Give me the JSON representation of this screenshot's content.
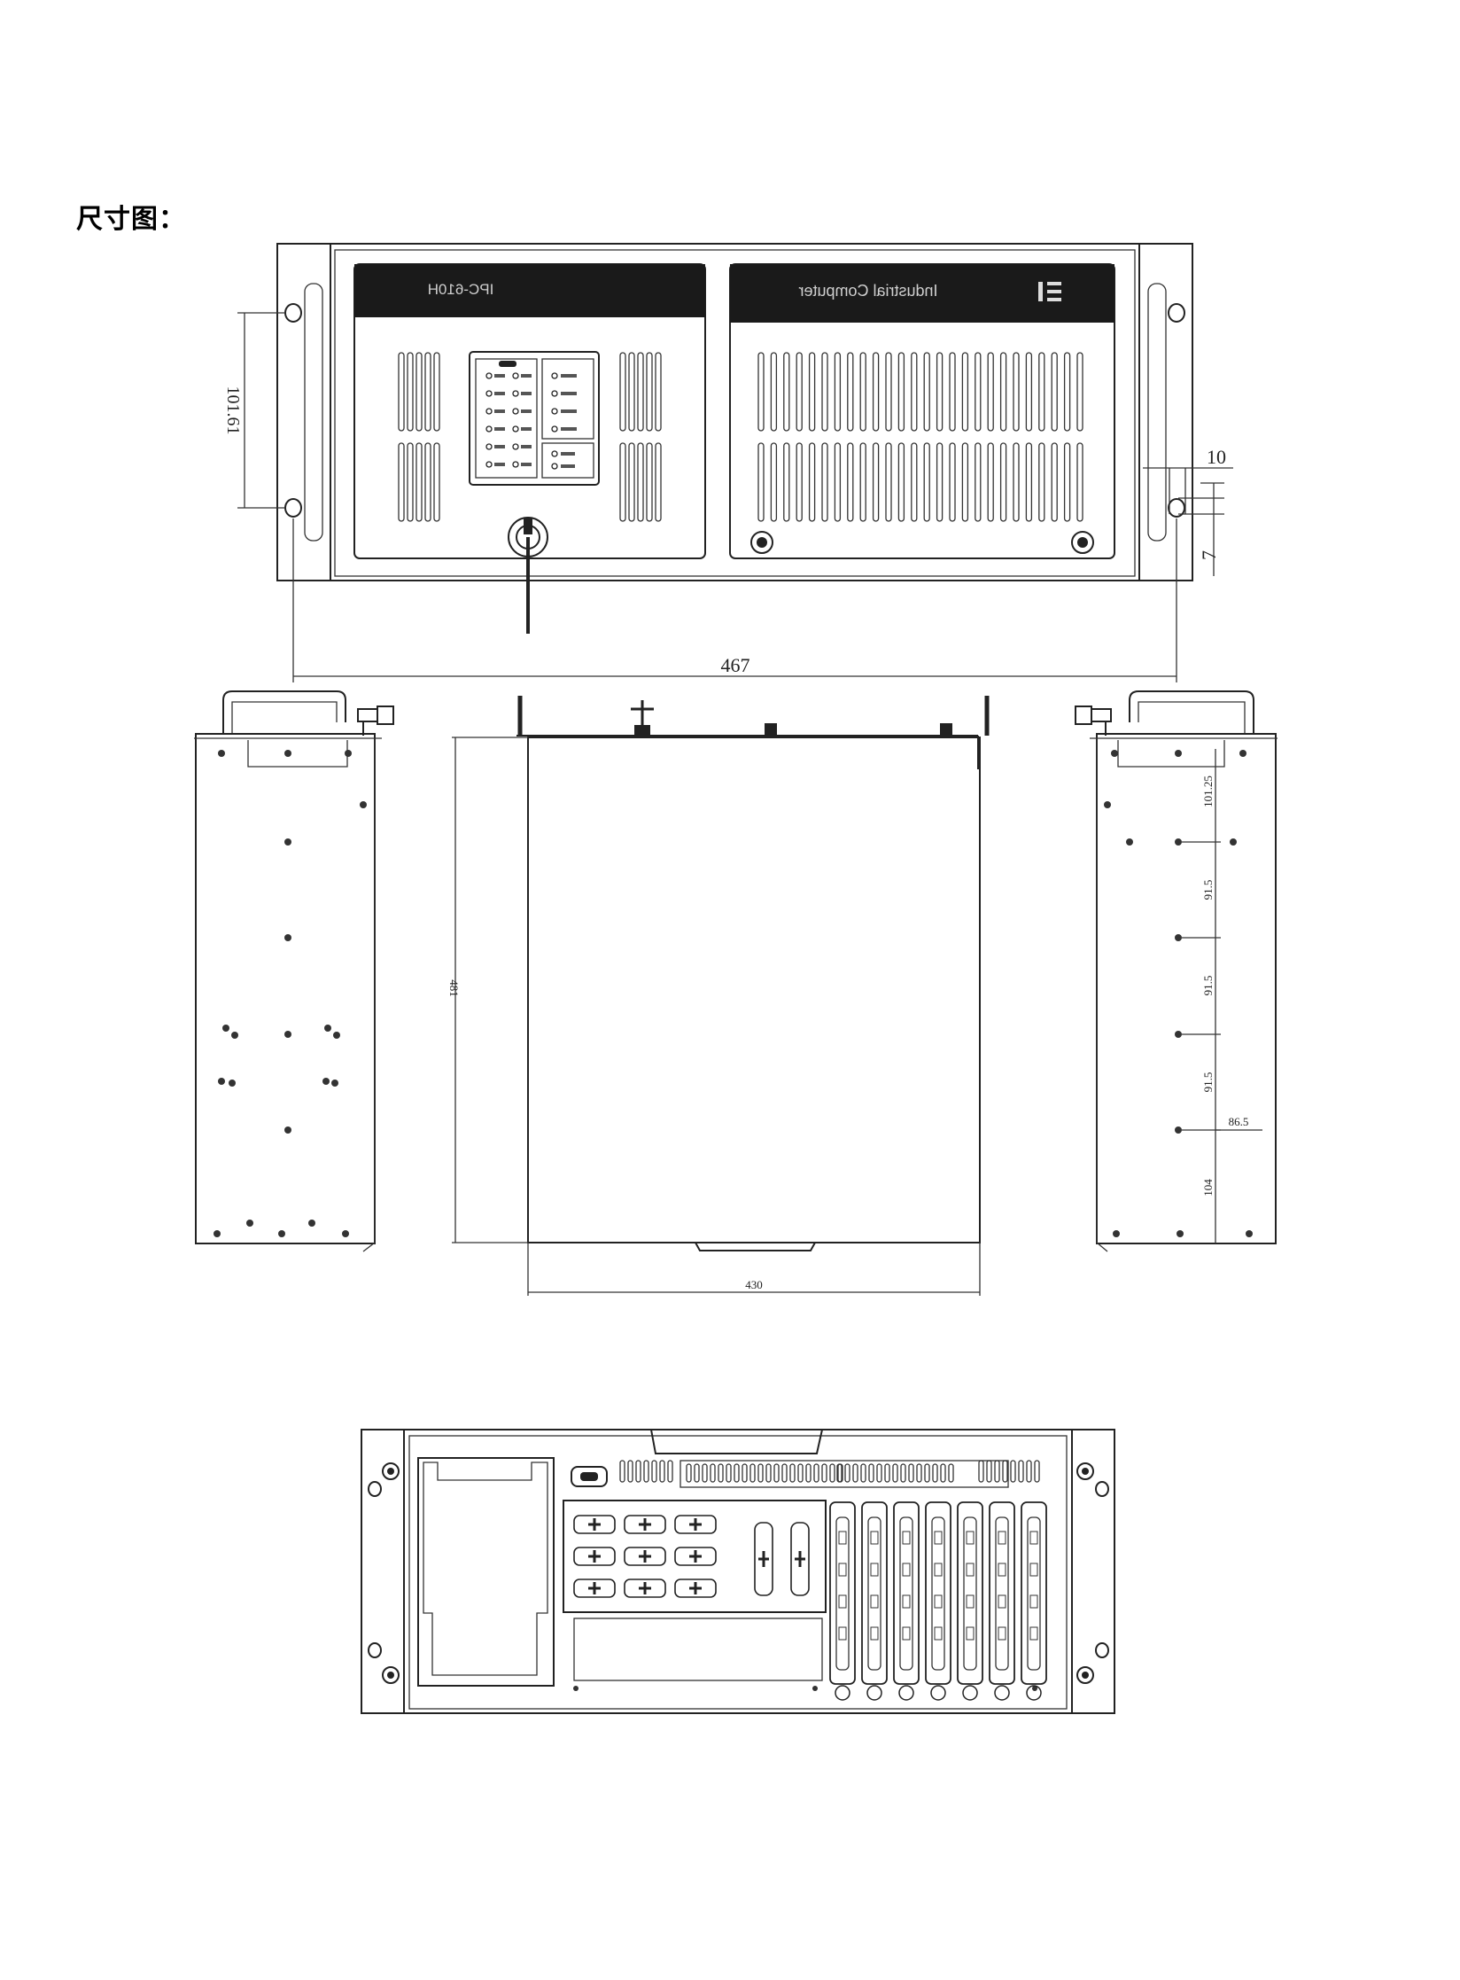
{
  "title": "尺寸图：",
  "front_view": {
    "panel_left_label": "IPC-610H",
    "panel_right_label": "Industrial Computer",
    "dim_handle_pitch": "101.61",
    "dim_width": "467",
    "dim_right_top": "10",
    "dim_right_bottom": "7"
  },
  "top_view": {
    "dim_depth": "481",
    "dim_width": "430"
  },
  "side_view_right": {
    "dims": [
      "101.25",
      "91.5",
      "91.5",
      "91.5",
      "104"
    ],
    "dim_horizontal": "86.5"
  }
}
